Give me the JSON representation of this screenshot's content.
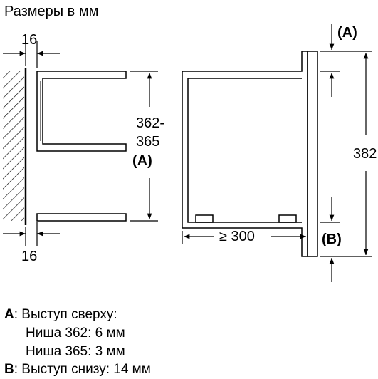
{
  "title": "Размеры в мм",
  "dims": {
    "top_width": "16",
    "bottom_width": "16",
    "niche_height_line1": "362-",
    "niche_height_line2": "365",
    "niche_height_ref": "(A)",
    "depth_min": "≥ 300",
    "unit_height": "382",
    "ref_a": "(A)",
    "ref_b": "(B)"
  },
  "legend": {
    "a_key": "A",
    "a_text": ": Выступ сверху:",
    "a_line2": "Ниша 362: 6 мм",
    "a_line3": "Ниша 365: 3 мм",
    "b_key": "B",
    "b_text": ": Выступ снизу: 14 мм"
  }
}
